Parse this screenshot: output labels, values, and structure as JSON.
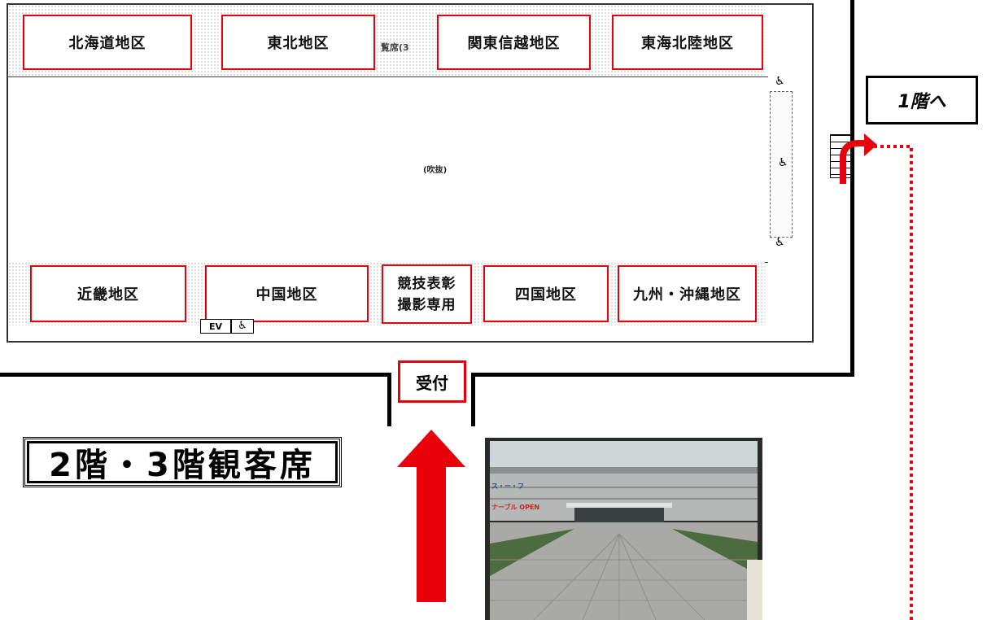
{
  "floor_title": "2階・3階観客席",
  "void_label": "(吹抜)",
  "partial_label": "覧席(3",
  "stair_label": "1階へ",
  "reception_label": "受付",
  "elevator_label": "EV",
  "regions_top": [
    "北海道地区",
    "東北地区",
    "関東信越地区",
    "東海北陸地区"
  ],
  "regions_bottom": [
    "近畿地区",
    "中国地区",
    "四国地区",
    "九州・沖縄地区"
  ],
  "photo_area": {
    "line1": "競技表彰",
    "line2": "撮影専用"
  },
  "photo_signs": {
    "sign1": "ス・ー・フ",
    "sign2": "ナーブル OPEN"
  },
  "icons": [
    "wheelchair-icon",
    "up-arrow-icon",
    "turn-arrow-icon"
  ],
  "colors": {
    "region_border": "#e8000b",
    "arrow": "#e8000b",
    "route": "#e8000b"
  }
}
